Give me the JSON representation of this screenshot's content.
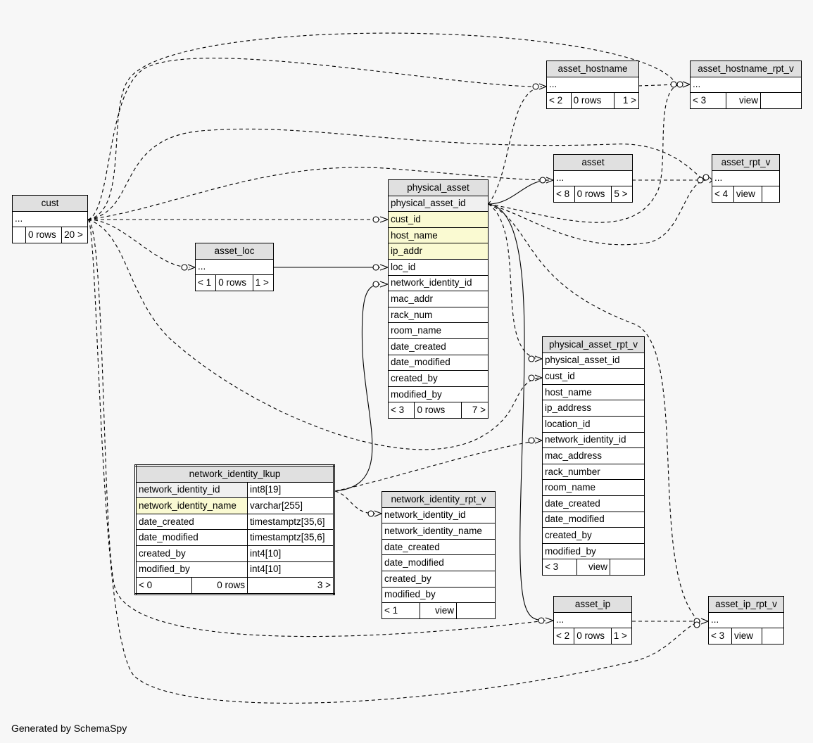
{
  "footer": "Generated by SchemaSpy",
  "tables": {
    "cust": {
      "name": "cust",
      "cols": [
        "..."
      ],
      "f": [
        "",
        "0 rows",
        "20 >"
      ]
    },
    "asset_loc": {
      "name": "asset_loc",
      "cols": [
        "..."
      ],
      "f": [
        "< 1",
        "0 rows",
        "1 >"
      ]
    },
    "asset_hostname": {
      "name": "asset_hostname",
      "cols": [
        "..."
      ],
      "f": [
        "< 2",
        "0 rows",
        "1 >"
      ]
    },
    "asset_hostname_rpt_v": {
      "name": "asset_hostname_rpt_v",
      "cols": [
        "..."
      ],
      "f": [
        "< 3",
        "view",
        ""
      ]
    },
    "asset": {
      "name": "asset",
      "cols": [
        "..."
      ],
      "f": [
        "< 8",
        "0 rows",
        "5 >"
      ]
    },
    "asset_rpt_v": {
      "name": "asset_rpt_v",
      "cols": [
        "..."
      ],
      "f": [
        "< 4",
        "view",
        ""
      ]
    },
    "physical_asset": {
      "name": "physical_asset",
      "cols": [
        "physical_asset_id",
        "cust_id",
        "host_name",
        "ip_addr",
        "loc_id",
        "network_identity_id",
        "mac_addr",
        "rack_num",
        "room_name",
        "date_created",
        "date_modified",
        "created_by",
        "modified_by"
      ],
      "f": [
        "< 3",
        "0 rows",
        "7 >"
      ]
    },
    "physical_asset_rpt_v": {
      "name": "physical_asset_rpt_v",
      "cols": [
        "physical_asset_id",
        "cust_id",
        "host_name",
        "ip_address",
        "location_id",
        "network_identity_id",
        "mac_address",
        "rack_number",
        "room_name",
        "date_created",
        "date_modified",
        "created_by",
        "modified_by"
      ],
      "f": [
        "< 3",
        "view",
        ""
      ]
    },
    "network_identity_lkup": {
      "name": "network_identity_lkup",
      "cols": [
        "network_identity_id",
        "network_identity_name",
        "date_created",
        "date_modified",
        "created_by",
        "modified_by"
      ],
      "types": [
        "int8[19]",
        "varchar[255]",
        "timestamptz[35,6]",
        "timestamptz[35,6]",
        "int4[10]",
        "int4[10]"
      ],
      "f": [
        "< 0",
        "0 rows",
        "3 >"
      ]
    },
    "network_identity_rpt_v": {
      "name": "network_identity_rpt_v",
      "cols": [
        "network_identity_id",
        "network_identity_name",
        "date_created",
        "date_modified",
        "created_by",
        "modified_by"
      ],
      "f": [
        "< 1",
        "view",
        ""
      ]
    },
    "asset_ip": {
      "name": "asset_ip",
      "cols": [
        "..."
      ],
      "f": [
        "< 2",
        "0 rows",
        "1 >"
      ]
    },
    "asset_ip_rpt_v": {
      "name": "asset_ip_rpt_v",
      "cols": [
        "..."
      ],
      "f": [
        "< 3",
        "view",
        ""
      ]
    }
  }
}
